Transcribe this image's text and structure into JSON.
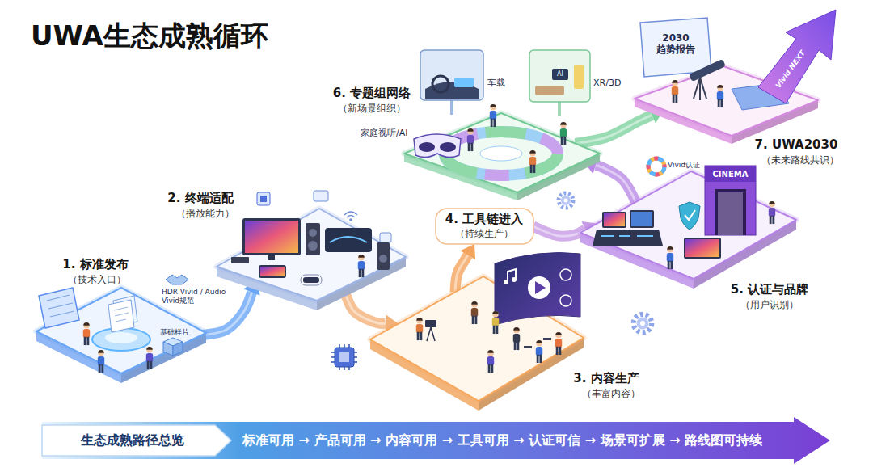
{
  "diagram": {
    "title": "UWA生态成熟循环",
    "nodes": [
      {
        "text": [
          "1. 标准发布",
          "（技术入口）"
        ]
      },
      {
        "text": [
          "2. 终端适配",
          "（播放能力）"
        ]
      },
      {
        "text": [
          "3. 内容生产",
          "（丰富内容）"
        ]
      },
      {
        "text": [
          "4. 工具链进入",
          "（持续生产）"
        ]
      },
      {
        "text": [
          "5. 认证与品牌",
          "（用户识别）"
        ]
      },
      {
        "text": [
          "6. 专题组网络",
          "（新场景组织）"
        ]
      },
      {
        "text": [
          "7. UWA2030",
          "（未来路线共识）"
        ]
      },
      {
        "text": [
          "标准可用 → 产品可用 → 内容可用 → 工具可用 → 认证可信 → 场景可扩展 → 路线图可持续"
        ]
      },
      {
        "text": [
          "生态成熟路径总览"
        ],
        "in": 7
      }
    ],
    "edges": [
      {
        "from": 0,
        "to": 1,
        "arrow": "to"
      },
      {
        "from": 1,
        "to": 2,
        "arrow": "to"
      },
      {
        "from": 2,
        "to": 3,
        "arrow": "to"
      },
      {
        "from": 3,
        "to": 4,
        "arrow": "to"
      },
      {
        "from": 4,
        "to": 5,
        "arrow": "to"
      },
      {
        "from": 5,
        "to": 6,
        "arrow": "to"
      }
    ],
    "labels": [
      "HDR Vivid / Audio Vivid规范",
      "基础样片",
      "家庭视听/AI",
      "车载",
      "XR/3D",
      "AI",
      "Vivid认证",
      "CINEMA",
      "2030 趋势报告",
      "Vivid NEXT"
    ]
  }
}
